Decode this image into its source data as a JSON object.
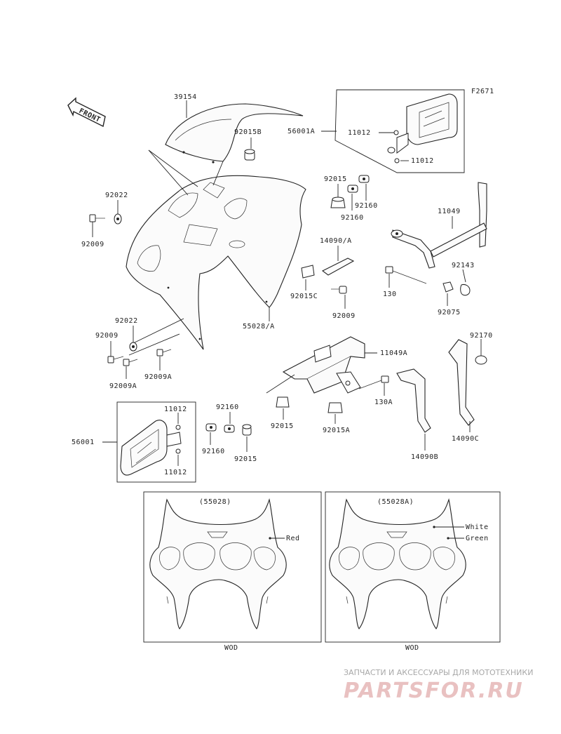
{
  "figure_code": "F2671",
  "front_arrow_label": "FRONT",
  "labels": {
    "p39154": "39154",
    "p92015B": "92015B",
    "p56001A": "56001A",
    "p11012_top1": "11012",
    "p11012_top2": "11012",
    "p92022_a": "92022",
    "p92009_a": "92009",
    "p92015_b": "92015",
    "p92160_a": "92160",
    "p92160_b": "92160",
    "p11049": "11049",
    "p14090A": "14090/A",
    "p92015C": "92015C",
    "p92009_b": "92009",
    "p130": "130",
    "p92143": "92143",
    "p92075": "92075",
    "p55028A": "55028/A",
    "p92022_b": "92022",
    "p92009_c": "92009",
    "p92009A": "92009A",
    "p92009A_b": "92009A",
    "p11049A": "11049A",
    "p92170": "92170",
    "p130A": "130A",
    "p92015_c": "92015",
    "p92015A": "92015A",
    "p14090B": "14090B",
    "p14090C": "14090C",
    "p11012_l1": "11012",
    "p11012_l2": "11012",
    "p56001": "56001",
    "p92160_c": "92160",
    "p92160_d": "92160",
    "p92015_d": "92015",
    "box1_title": "(55028)",
    "box1_color": "Red",
    "box1_code": "WOD",
    "box2_title": "(55028A)",
    "box2_color1": "White",
    "box2_color2": "Green",
    "box2_code": "WOD"
  },
  "watermark": {
    "line1": "ЗАПЧАСТИ И АКСЕССУАРЫ ДЛЯ МОТОТЕХНИКИ",
    "line2": "PARTSFOR.RU"
  },
  "colors": {
    "line": "#222222",
    "watermark_text": "#a8a8a8",
    "watermark_logo": "#e9c1c1"
  }
}
